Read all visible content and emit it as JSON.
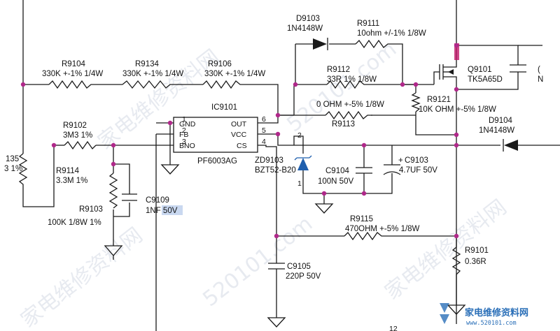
{
  "components": {
    "d9103": {
      "ref": "D9103",
      "value": "1N4148W"
    },
    "r9111": {
      "ref": "R9111",
      "value": "10ohm +/-1% 1/8W"
    },
    "r9104": {
      "ref": "R9104",
      "value": "330K +-1% 1/4W"
    },
    "r9134": {
      "ref": "R9134",
      "value": "330K +-1% 1/4W"
    },
    "r9106": {
      "ref": "R9106",
      "value": "330K +-1% 1/4W"
    },
    "r9112": {
      "ref": "R9112",
      "value": "33R 1% 1/8W"
    },
    "q9101": {
      "ref": "Q9101",
      "value": "TK5A65D"
    },
    "ic9101": {
      "ref": "IC9101",
      "value": "PF6003AG",
      "pins": [
        {
          "num": "1",
          "name": "GND"
        },
        {
          "num": "2",
          "name": "FB"
        },
        {
          "num": "3",
          "name": "BNO"
        },
        {
          "num": "6",
          "name": "OUT"
        },
        {
          "num": "5",
          "name": "VCC"
        },
        {
          "num": "4",
          "name": "CS"
        }
      ]
    },
    "r9113": {
      "ref": "R9113",
      "value": "0 OHM +-5% 1/8W"
    },
    "r9121": {
      "ref": "R9121",
      "value": "10K OHM +-5% 1/8W"
    },
    "d9104": {
      "ref": "D9104",
      "value": "1N4148W"
    },
    "r9102": {
      "ref": "R9102",
      "value": "3M3 1%"
    },
    "r9114": {
      "ref": "R9114",
      "value": "3.3M 1%"
    },
    "c9109": {
      "ref": "C9109",
      "value": "1NF 50V"
    },
    "r9103": {
      "ref": "R9103",
      "value": "100K 1/8W 1%"
    },
    "zd9103": {
      "ref": "ZD9103",
      "value": "BZT52-B20",
      "pin_top": "2",
      "pin_bottom": "1"
    },
    "c9104": {
      "ref": "C9104",
      "value": "100N 50V"
    },
    "c9103": {
      "ref": "C9103",
      "value": "4.7UF 50V",
      "polarity": "+"
    },
    "r9115": {
      "ref": "R9115",
      "value": "470OHM +-5% 1/8W"
    },
    "r9101": {
      "ref": "R9101",
      "value": "0.36R"
    },
    "c9105": {
      "ref": "C9105",
      "value": "220P 50V"
    },
    "left_partial": {
      "line1": "135",
      "line2": "3 1%"
    },
    "right_partial": {
      "line1": "(",
      "line2": "N"
    },
    "bottom_partial": "12"
  },
  "watermark": {
    "text": "家电维修资料网",
    "url": "520101.com"
  },
  "logo": {
    "text": "家电维修资料网",
    "url": "www.520101.com"
  },
  "colors": {
    "junction": "#b0288a",
    "wire": "#1a1a1a",
    "watermark": "#bcc6d6",
    "logo": "#2a6fb8"
  }
}
